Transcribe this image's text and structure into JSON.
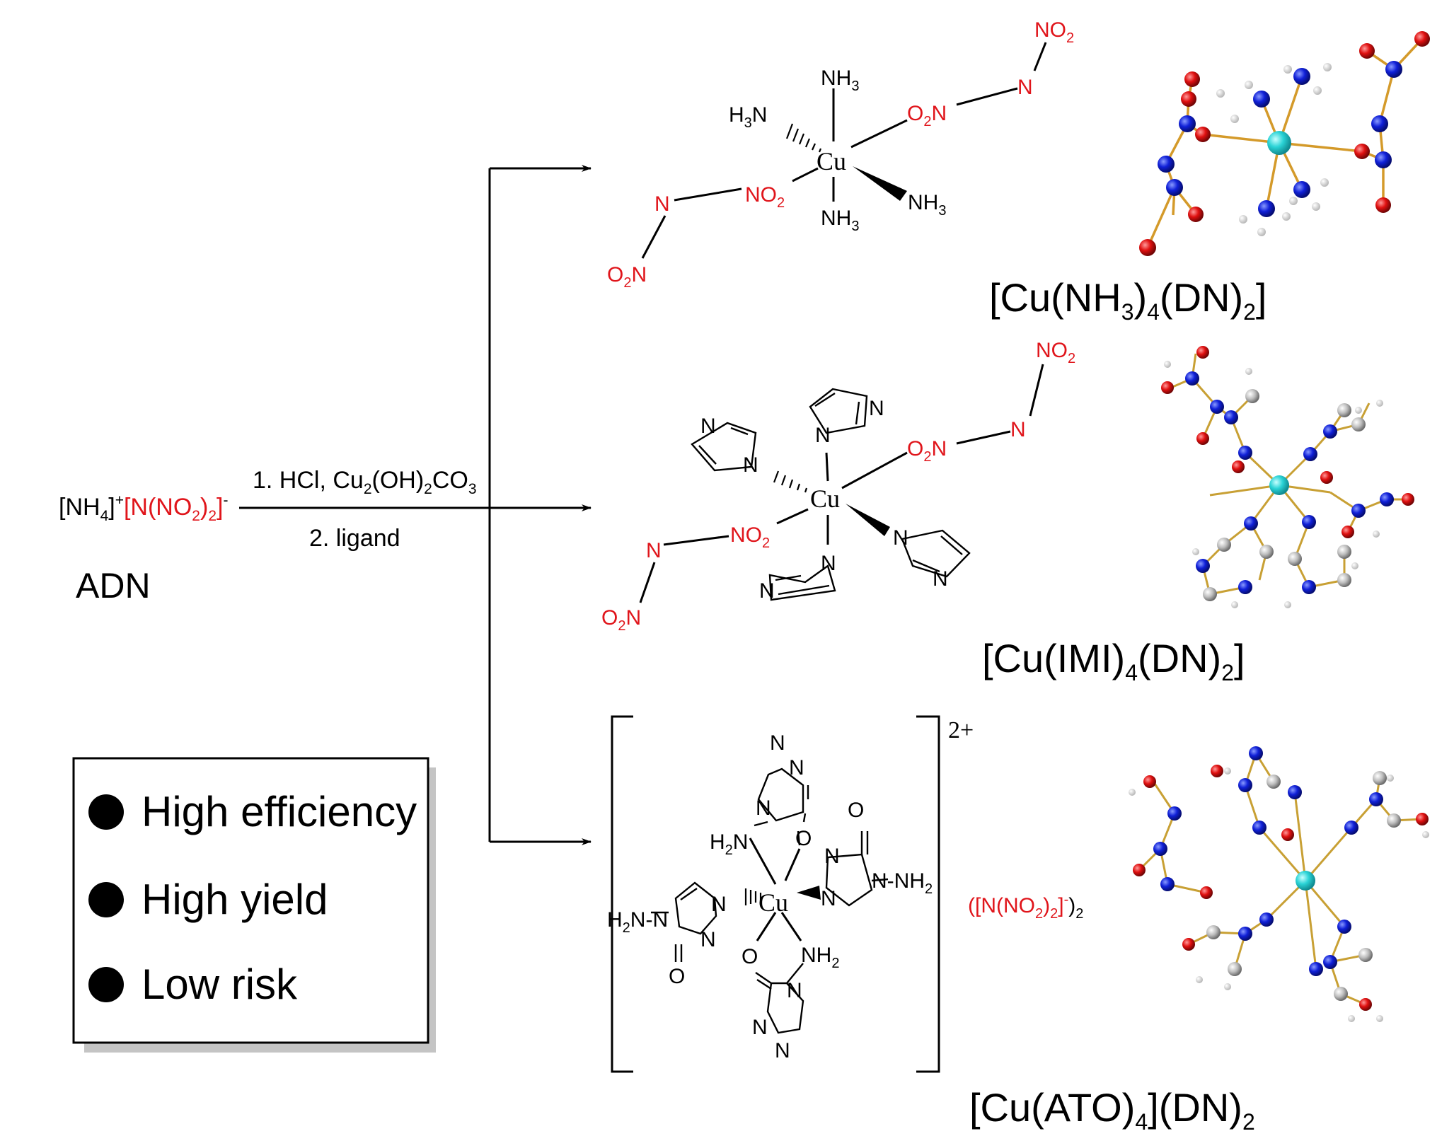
{
  "reactant": {
    "formula_prefix": "[NH",
    "formula_sub4": "4",
    "formula_close": "]",
    "formula_sup": "+",
    "anion_open": "[N(NO",
    "anion_sub2a": "2",
    "anion_mid": ")",
    "anion_sub2b": "2",
    "anion_close": "]",
    "anion_sup": "-",
    "name": "ADN"
  },
  "conditions": {
    "step1_prefix": "1. HCl, Cu",
    "step1_sub2a": "2",
    "step1_mid": "(OH)",
    "step1_sub2b": "2",
    "step1_co": "CO",
    "step1_sub3": "3",
    "step2": "2. ligand"
  },
  "advantages": [
    "High efficiency",
    "High yield",
    "Low risk"
  ],
  "products": [
    {
      "label_parts": [
        "[Cu(NH",
        "3",
        ")",
        "4",
        "(DN)",
        "2",
        "]"
      ]
    },
    {
      "label_parts": [
        "[Cu(IMI)",
        "4",
        "(DN)",
        "2",
        "]"
      ]
    },
    {
      "label_parts": [
        "[Cu(ATO)",
        "4",
        "](DN)",
        "2"
      ]
    }
  ],
  "atoms": {
    "cu": "Cu",
    "nh3": "NH",
    "h3n": "H",
    "n": "N",
    "no2": "NO",
    "o2n": "O",
    "o": "O",
    "nh2": "NH",
    "h2n": "H",
    "sub2": "2",
    "sub3": "3",
    "charge": "2+",
    "counter_open": "(",
    "counter_anion": "[N(NO",
    "counter_mid": ")",
    "counter_close": "]",
    "counter_minus": "-",
    "counter_end": ")"
  },
  "colors": {
    "red": "#e0151b",
    "cu_atom": "#2ad3d6",
    "n_atom": "#1020d8",
    "o_atom": "#e01010",
    "c_atom": "#bdbdbd",
    "bond_stick": "#d49a2a"
  }
}
